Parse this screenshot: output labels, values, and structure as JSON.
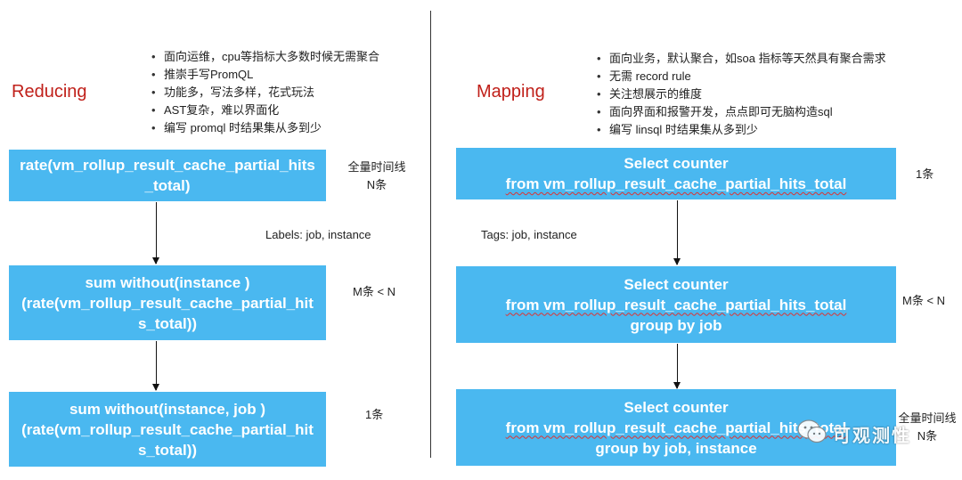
{
  "left": {
    "title": "Reducing",
    "bullets": [
      "面向运维，cpu等指标大多数时候无需聚合",
      "推崇手写PromQL",
      "功能多，写法多样，花式玩法",
      "AST复杂，难以界面化",
      "编写 promql 时结果集从多到少"
    ],
    "boxes": [
      {
        "lines": [
          "rate(vm_rollup_result_cache_partial_hits",
          "_total)"
        ]
      },
      {
        "lines": [
          "sum without(instance )",
          "(rate(vm_rollup_result_cache_partial_hit",
          "s_total))"
        ]
      },
      {
        "lines": [
          "sum without(instance, job )",
          "(rate(vm_rollup_result_cache_partial_hit",
          "s_total))"
        ]
      }
    ],
    "notes": {
      "n1_line1": "全量时间线",
      "n1_line2": "N条",
      "n2": "M条 < N",
      "n3": "1条",
      "labels": "Labels: job, instance"
    }
  },
  "right": {
    "title": "Mapping",
    "bullets": [
      "面向业务，默认聚合，如soa 指标等天然具有聚合需求",
      "无需 record rule",
      "关注想展示的维度",
      "面向界面和报警开发，点点即可无脑构造sql",
      "编写 linsql 时结果集从多到少"
    ],
    "boxes": [
      {
        "lines": [
          "Select counter",
          "from vm_rollup_result_cache_partial_hits_total"
        ]
      },
      {
        "lines": [
          "Select counter",
          "from vm_rollup_result_cache_partial_hits_total",
          "group by  job"
        ]
      },
      {
        "lines": [
          "Select counter",
          "from vm_rollup_result_cache_partial_hits_total",
          "group by  job, instance"
        ]
      }
    ],
    "notes": {
      "n1": "1条",
      "n2": "M条 < N",
      "n3_line1": "全量时间线",
      "n3_line2": "N条",
      "tags": "Tags: job, instance"
    }
  },
  "watermark": {
    "text": "可观测性",
    "icon": "wechat-icon"
  }
}
